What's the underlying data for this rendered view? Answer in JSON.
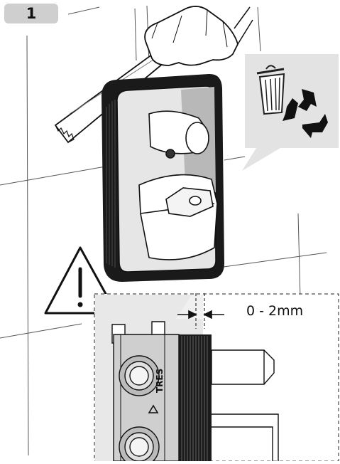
{
  "step": {
    "number": "1"
  },
  "detail": {
    "gap_measure": "0 - 2mm",
    "brand": "TRES"
  },
  "icons": [
    "saw-icon",
    "trash-bin-icon",
    "recycle-icon",
    "warning-icon"
  ],
  "colors": {
    "badge": "#cfcfcf",
    "bubble": "#e3e3e3",
    "detail_bg": "#e8e8e8",
    "line": "#111111"
  }
}
